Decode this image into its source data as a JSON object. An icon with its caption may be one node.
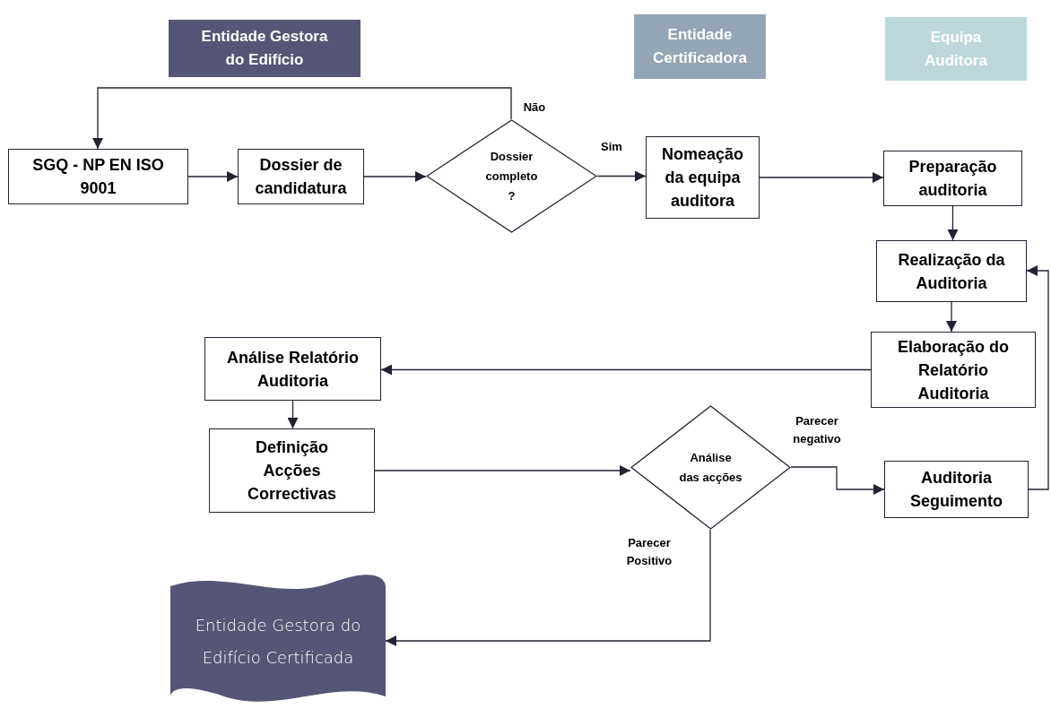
{
  "diagram": {
    "nodes": [
      {
        "text": [
          "Entidade Gestora do Edifício"
        ]
      },
      {
        "text": [
          "Entidade Certificadora"
        ]
      },
      {
        "text": [
          "Equipa Auditora"
        ]
      },
      {
        "text": [
          "SGQ - NP EN ISO 9001"
        ]
      },
      {
        "text": [
          "Dossier de candidatura"
        ]
      },
      {
        "text": [
          "Dossier completo ?"
        ]
      },
      {
        "text": [
          "Nomeação da equipa auditora"
        ]
      },
      {
        "text": [
          "Preparação auditoria"
        ]
      },
      {
        "text": [
          "Realização da Auditoria"
        ]
      },
      {
        "text": [
          "Elaboração do Relatório Auditoria"
        ]
      },
      {
        "text": [
          "Análise Relatório Auditoria"
        ]
      },
      {
        "text": [
          "Definição Acções Correctivas"
        ]
      },
      {
        "text": [
          "Análise das acções"
        ]
      },
      {
        "text": [
          "Auditoria Seguimento"
        ]
      },
      {
        "text": [
          "Entidade Gestora do Edifício Certificada"
        ]
      }
    ],
    "edges": [
      {
        "from": 3,
        "to": 4,
        "arrow": "to"
      },
      {
        "from": 4,
        "to": 5,
        "arrow": "to"
      },
      {
        "from": 5,
        "to": 3,
        "arrow": "to",
        "label": "Não"
      },
      {
        "from": 5,
        "to": 6,
        "arrow": "to",
        "label": "Sim"
      },
      {
        "from": 6,
        "to": 7,
        "arrow": "to"
      },
      {
        "from": 7,
        "to": 8,
        "arrow": "to"
      },
      {
        "from": 8,
        "to": 9,
        "arrow": "to"
      },
      {
        "from": 9,
        "to": 10,
        "arrow": "to"
      },
      {
        "from": 10,
        "to": 11,
        "arrow": "to"
      },
      {
        "from": 11,
        "to": 12,
        "arrow": "to"
      },
      {
        "from": 12,
        "to": 13,
        "arrow": "to",
        "label": "Parecer negativo"
      },
      {
        "from": 13,
        "to": 8,
        "arrow": "to"
      },
      {
        "from": 12,
        "to": 14,
        "arrow": "to",
        "label": "Parecer Positivo"
      }
    ]
  }
}
